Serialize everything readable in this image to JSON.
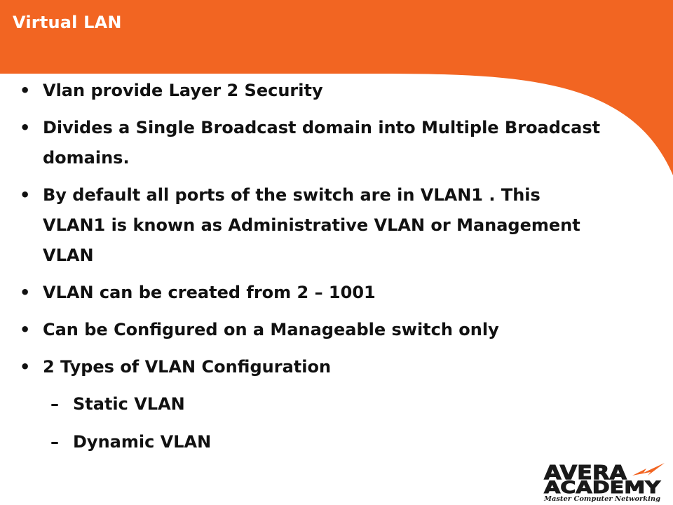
{
  "title": "Virtual LAN",
  "bullets": [
    "Vlan provide Layer 2 Security",
    "Divides a Single Broadcast domain into Multiple Broadcast domains.",
    "By default all ports of the switch are in VLAN1 . This VLAN1 is known as Administrative VLAN or Management VLAN",
    "VLAN can be created from 2 – 1001",
    "Can be Configured on a Manageable switch only",
    "2 Types of VLAN Configuration"
  ],
  "sub_bullets": [
    "Static VLAN",
    "Dynamic VLAN"
  ],
  "bullet_marker": "•",
  "sub_marker": "–",
  "logo": {
    "line1": "AVERA",
    "line2": "ACADEMY",
    "tagline": "Master Computer Networking"
  },
  "colors": {
    "accent": "#F26522",
    "logo_dark": "#1a1a1a"
  }
}
